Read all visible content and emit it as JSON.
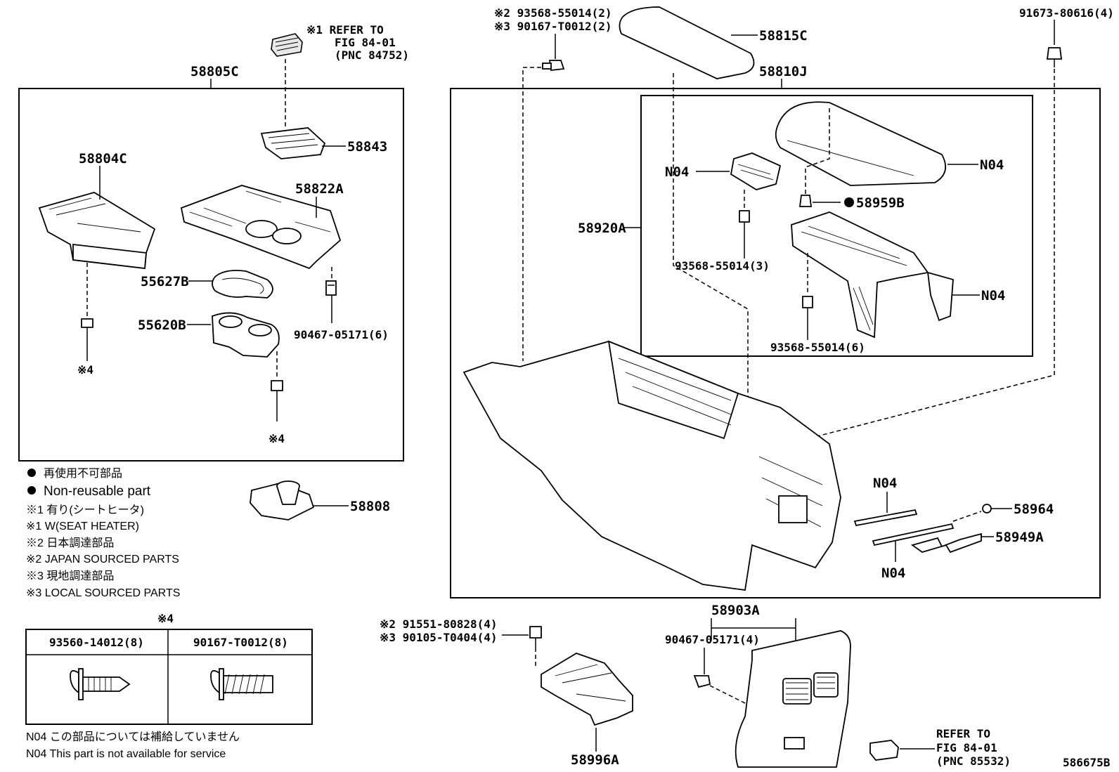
{
  "diagram_id": "586675B",
  "callouts": {
    "c_58805C": "58805C",
    "c_58804C": "58804C",
    "c_58843": "58843",
    "c_58822A": "58822A",
    "c_55627B": "55627B",
    "c_55620B": "55620B",
    "c_90467_05171_6": "90467-05171(6)",
    "c_mark4_a": "※4",
    "c_mark4_b": "※4",
    "c_58808": "58808",
    "ref1_line1": "※1 REFER TO",
    "ref1_line2": "FIG 84-01",
    "ref1_line3": "(PNC 84752)",
    "top_bolt_line1": "※2 93568-55014(2)",
    "top_bolt_line2": "※3 90167-T0012(2)",
    "c_58815C": "58815C",
    "c_58810J": "58810J",
    "c_91673_80616_4": "91673-80616(4)",
    "c_N04_hinge": "N04",
    "c_N04_lid": "N04",
    "c_58959B": "58959B",
    "c_58920A": "58920A",
    "c_93568_55014_3": "93568-55014(3)",
    "c_N04_bracket": "N04",
    "c_93568_55014_6": "93568-55014(6)",
    "c_N04_rod1": "N04",
    "c_58964": "58964",
    "c_58949A": "58949A",
    "c_N04_rod2": "N04",
    "c_58903A": "58903A",
    "c_90467_05171_4": "90467-05171(4)",
    "bottom_bolt_line1": "※2 91551-80828(4)",
    "bottom_bolt_line2": "※3 90105-T0404(4)",
    "c_58996A": "58996A",
    "ref2_line1": "REFER TO",
    "ref2_line2": "FIG 84-01",
    "ref2_line3": "(PNC 85532)"
  },
  "legend": {
    "items": [
      "再使用不可部品",
      "Non-reusable part",
      "※1 有り(シートヒータ)",
      "※1 W(SEAT HEATER)",
      "※2 日本調達部品",
      "※2 JAPAN SOURCED PARTS",
      "※3 現地調達部品",
      "※3 LOCAL SOURCED PARTS"
    ]
  },
  "fastener_table": {
    "title": "※4",
    "columns": [
      "93560-14012(8)",
      "90167-T0012(8)"
    ]
  },
  "footnotes": [
    "N04 この部品については補給していません",
    "N04 This part is not available for service"
  ]
}
